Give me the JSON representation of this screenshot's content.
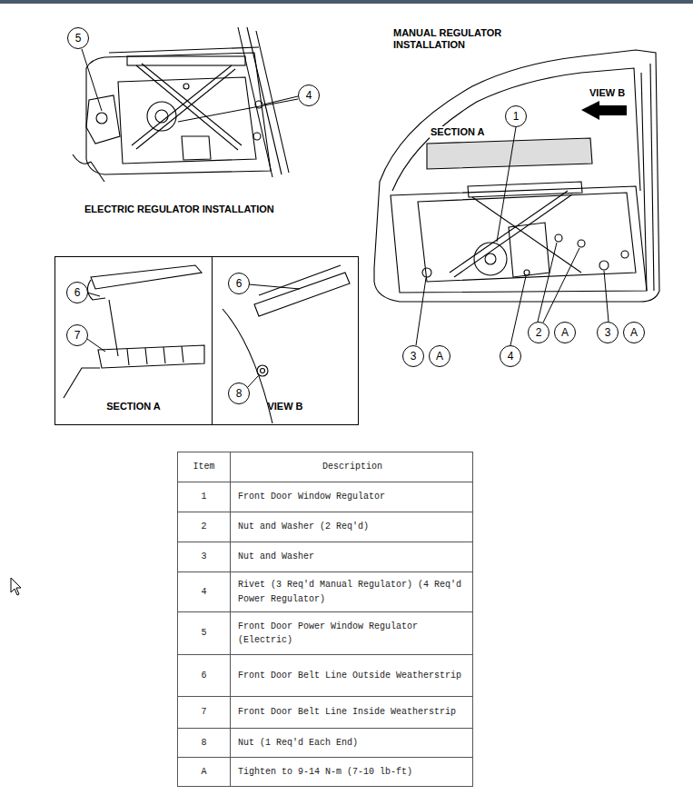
{
  "diagram": {
    "nodes": [
      {
        "text": [
          "5"
        ]
      },
      {
        "text": [
          "4"
        ]
      },
      {
        "text": [
          "1"
        ]
      },
      {
        "text": [
          "SECTION A"
        ]
      },
      {
        "text": [
          "6"
        ],
        "in": 3
      },
      {
        "text": [
          "7"
        ],
        "in": 3
      },
      {
        "text": [
          "VIEW B"
        ]
      },
      {
        "text": [
          "6"
        ],
        "in": 6
      },
      {
        "text": [
          "8"
        ],
        "in": 6
      },
      {
        "text": [
          "3"
        ]
      },
      {
        "text": [
          "A"
        ]
      },
      {
        "text": [
          "4"
        ]
      },
      {
        "text": [
          "2"
        ]
      },
      {
        "text": [
          "A"
        ]
      },
      {
        "text": [
          "3"
        ]
      },
      {
        "text": [
          "A"
        ]
      }
    ],
    "labels": [
      "MANUAL REGULATOR INSTALLATION",
      "VIEW B",
      "SECTION A",
      "ELECTRIC REGULATOR INSTALLATION",
      "Item",
      "Description",
      "1",
      "Front Door Window Regulator",
      "2",
      "Nut and Washer (2 Req'd)",
      "3",
      "Nut and Washer",
      "4",
      "Rivet (3 Req'd Manual Regulator) (4 Req'd Power Regulator)",
      "5",
      "Front Door Power Window Regulator (Electric)",
      "6",
      "Front Door Belt Line Outside Weatherstrip",
      "7",
      "Front Door Belt Line Inside Weatherstrip",
      "8",
      "Nut (1 Req'd Each End)",
      "A",
      "Tighten to 9-14 N-m (7-10 lb-ft)"
    ]
  }
}
